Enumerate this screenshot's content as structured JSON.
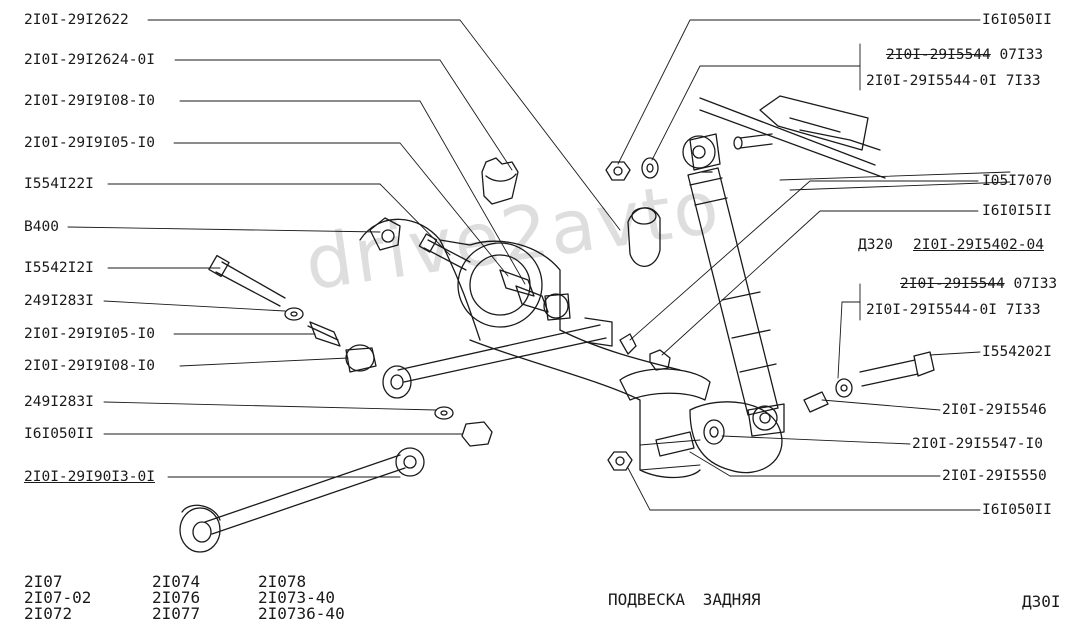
{
  "diagram": {
    "title": "ПОДВЕСКА ЗАДНЯЯ",
    "sheet_code": "Д30I",
    "watermark": "drive2avto",
    "models": [
      [
        "2I07",
        "2I07-02",
        "2I072"
      ],
      [
        "2I074",
        "2I076",
        "2I077"
      ],
      [
        "2I078",
        "2I073-40",
        "2I0736-40"
      ]
    ],
    "left_labels": [
      "2I0I-29I2622",
      "2I0I-29I2624-0I",
      "2I0I-29I9I08-I0",
      "2I0I-29I9I05-I0",
      "I554I22I",
      "B400",
      "I5542I2I",
      "249I283I",
      "2I0I-29I9I05-I0",
      "2I0I-29I9I08-I0",
      "249I283I",
      "I6I050II",
      "2I0I-29I90I3-0I"
    ],
    "right_labels": {
      "nut_top": "I6I050II",
      "bolt_a": "I05I7070",
      "shock_bottom_nut": "I6I0I5II",
      "d320": "Д320",
      "shock_assy": "2I0I-29I5402-04",
      "bolt_b": "I554202I",
      "bush_a": "2I0I-29I5546",
      "bush_b": "2I0I-29I5547-I0",
      "bush_c": "2I0I-29I5550",
      "nut_bottom": "I6I050II"
    },
    "group_top": {
      "old": "2I0I-29I5544",
      "old_suffix": "07I33",
      "new": "2I0I-29I5544-0I",
      "new_suffix": "7I33"
    },
    "group_mid": {
      "old": "2I0I-29I5544",
      "old_suffix": "07I33",
      "new": "2I0I-29I5544-0I",
      "new_suffix": "7I33"
    }
  }
}
